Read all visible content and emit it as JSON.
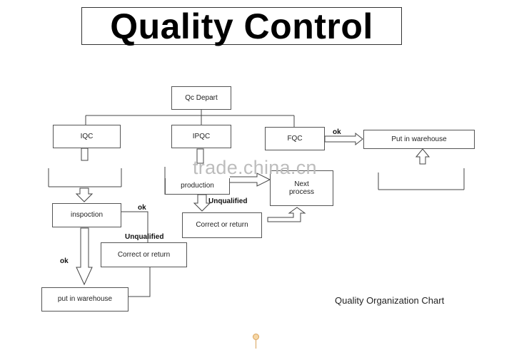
{
  "title": "Quality Control",
  "nodes": {
    "qc_depart": "Qc Depart",
    "iqc": "IQC",
    "ipqc": "IPQC",
    "fqc": "FQC",
    "put_in_warehouse_top": "Put in warehouse",
    "production": "production",
    "next_process": "Next process",
    "inspection": "inspoction",
    "correct_or_return_ipqc": "Correct or return",
    "correct_or_return_iqc": "Correct or return",
    "put_in_warehouse_bottom": "put in warehouse"
  },
  "labels": {
    "ok_fqc": "ok",
    "unqualified_ipqc": "Unqualified",
    "ok_iqc": "ok",
    "unqualified_iqc": "Unqualified",
    "ok_left": "ok"
  },
  "caption": "Quality Organization Chart",
  "watermark": "trade.china.cn",
  "colors": {
    "line": "#444444",
    "watermark": "#bdbdbd",
    "pin": "#d9a25a"
  }
}
